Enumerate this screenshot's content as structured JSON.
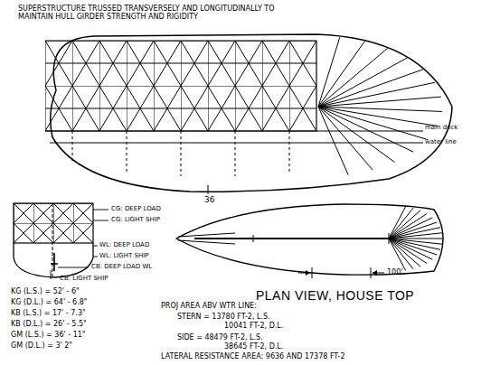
{
  "diagram": {
    "labels": [
      "SUPERSTRUCTURE TRUSSED TRANSVERSELY AND LONGITUDINALLY TO MAINTAIN HULL GIRDER STRENGTH AND RIGIDITY",
      "main deck",
      "water line",
      "36",
      "CG: DEEP LOAD",
      "CG: LIGHT SHIP",
      "WL: DEEP LOAD",
      "WL: LIGHT SHIP",
      "CB: DEEP LOAD WL",
      "CB: LIGHT SHIP",
      "PLAN VIEW, HOUSE TOP",
      "100'",
      "KG (L.S.) = 52' - 6\"",
      "KG (D.L.) = 64' - 6.8\"",
      "KB (L.S.) = 17' - 7.3\"",
      "KB (D.L.) = 26' - 5.5\"",
      "GM (L.S.) = 36' - 11\"",
      "GM (D.L.) = 3' 2\"",
      "PROJ AREA ABV WTR LINE:",
      "STERN = 13780 FT-2, L.S.",
      "10041 FT-2, D.L.",
      "SIDE = 48479 FT-2, L.S.",
      "38645 FT-2, D.L.",
      "LATERAL RESISTANCE AREA: 9636 AND 17378 FT-2"
    ]
  }
}
